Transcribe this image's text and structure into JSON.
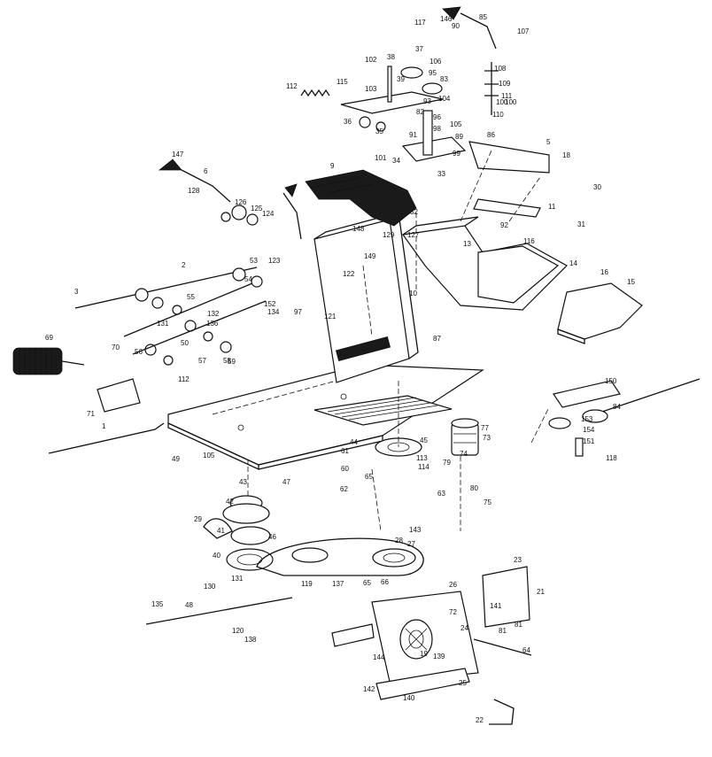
{
  "diagram": {
    "part_numbers": [
      "146",
      "85",
      "107",
      "117",
      "90",
      "37",
      "38",
      "102",
      "106",
      "95",
      "108",
      "115",
      "112",
      "103",
      "39",
      "83",
      "109",
      "111",
      "100",
      "110",
      "104",
      "35",
      "93",
      "82",
      "36",
      "101",
      "105",
      "89",
      "99",
      "98",
      "96",
      "91",
      "34",
      "86",
      "5",
      "18",
      "33",
      "147",
      "9",
      "6",
      "128",
      "126",
      "125",
      "124",
      "32",
      "11",
      "30",
      "31",
      "148",
      "129",
      "127",
      "13",
      "92",
      "116",
      "14",
      "149",
      "2",
      "53",
      "123",
      "122",
      "16",
      "15",
      "3",
      "54",
      "55",
      "10",
      "152",
      "136",
      "97",
      "134",
      "121",
      "87",
      "69",
      "70",
      "131",
      "132",
      "50",
      "56",
      "57",
      "58",
      "59",
      "112",
      "71",
      "40",
      "61",
      "1",
      "49",
      "105",
      "44",
      "60",
      "42",
      "29",
      "41",
      "43",
      "130",
      "119",
      "47",
      "46",
      "48",
      "26",
      "27",
      "28",
      "143",
      "131",
      "120",
      "138",
      "62",
      "63",
      "65",
      "79",
      "80",
      "75",
      "74",
      "73",
      "77",
      "84",
      "150",
      "153",
      "154",
      "151",
      "118",
      "64",
      "65",
      "72",
      "24",
      "144",
      "139",
      "142",
      "140",
      "25",
      "21",
      "23",
      "81",
      "141",
      "22",
      "19",
      "81",
      "135",
      "137",
      "113",
      "114",
      "45",
      "100",
      "66"
    ]
  }
}
